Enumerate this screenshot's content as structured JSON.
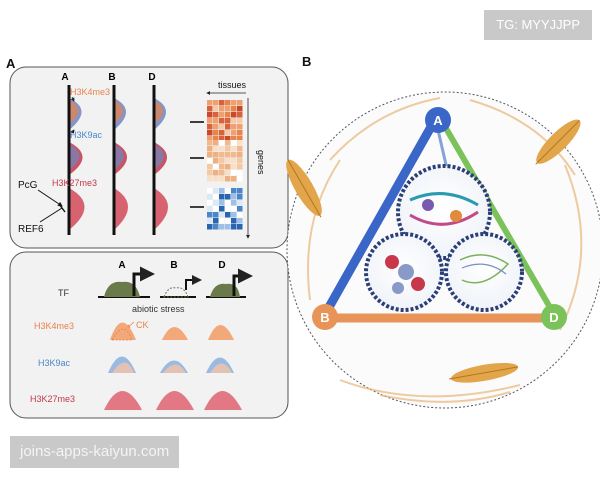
{
  "watermarks": {
    "top_right": "TG: MYYJJPP",
    "bottom_left": "joins-apps-kaiyun.com"
  },
  "panel_a": {
    "letter": "A",
    "top": {
      "columns": [
        "A",
        "B",
        "D"
      ],
      "marks": [
        "H3K4me3",
        "H3K9ac",
        "H3K27me3"
      ],
      "regulators": [
        "PcG",
        "REF6"
      ],
      "tissues_label": "tissues",
      "genes_label": "genes"
    },
    "bottom": {
      "columns": [
        "A",
        "B",
        "D"
      ],
      "rows": [
        "TF",
        "H3K4me3",
        "H3K9ac",
        "H3K27me3"
      ],
      "stress_label": "abiotic stress",
      "ck_label": "CK"
    }
  },
  "panel_b": {
    "letter": "B",
    "vertices": [
      "A",
      "B",
      "D"
    ]
  },
  "colors": {
    "h3k4me3": "#e8834a",
    "h3k9ac": "#4a86c8",
    "h3k27me3": "#c2384a",
    "tf": "#6b7a4a",
    "edge_a": "#3a66c8",
    "edge_b": "#e89458",
    "edge_d": "#7cc25a",
    "wheat": "#d89a3a"
  }
}
